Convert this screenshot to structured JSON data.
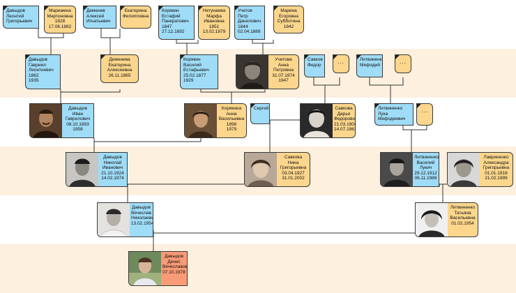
{
  "people": {
    "p1": {
      "lines": [
        "Давыдов",
        "Леонтий",
        "Григорьевич"
      ]
    },
    "p2": {
      "lines": [
        "Мариамна",
        "Мартиновна",
        "1828",
        "17.06.1882"
      ]
    },
    "p3": {
      "lines": [
        "Деменев",
        "Алексей",
        "Игнатьевич"
      ]
    },
    "p4": {
      "lines": [
        "Екатерина",
        "Филипповна"
      ]
    },
    "p5": {
      "lines": [
        "Корякин",
        "Естафий",
        "Панкратович",
        "1847",
        "27.12.1892"
      ]
    },
    "p6": {
      "lines": [
        "Нетунаева",
        "Марфа",
        "Ивановна",
        "1851",
        "13.02.1879"
      ]
    },
    "p7": {
      "lines": [
        "Учетов",
        "Петр",
        "Данилович",
        "1844",
        "02.04.1889"
      ]
    },
    "p8": {
      "lines": [
        "Марина",
        "Егоровна",
        "Субботина",
        "1842"
      ]
    },
    "p9": {
      "lines": [
        "Давыдов",
        "Гавриил",
        "Леонтиевич",
        "1862",
        "1935"
      ]
    },
    "p10": {
      "lines": [
        "Деменева",
        "Екатерина",
        "Алексеевна",
        "26.11.1865"
      ]
    },
    "p11": {
      "lines": [
        "Корякин",
        "Василий",
        "Естафьевич",
        "25.02.1877",
        "1929"
      ]
    },
    "p12": {
      "lines": [
        "Учетова",
        "Анна",
        "Петровна",
        "31.07.1874",
        "1947"
      ]
    },
    "p13": {
      "lines": [
        "Савков",
        "Федор"
      ]
    },
    "p14": {
      "lines": [
        "..."
      ]
    },
    "p15": {
      "lines": [
        "Литвиненко",
        "Мефодий"
      ]
    },
    "p16": {
      "lines": [
        "..."
      ]
    },
    "p17": {
      "lines": [
        "Давыдов",
        "Иван",
        "Гаврилович",
        "08.10.1893",
        "1958"
      ]
    },
    "p18": {
      "lines": [
        "Корякина",
        "Анна",
        "Васильевна",
        "1898",
        "1979"
      ]
    },
    "p19": {
      "lines": [
        "Сергей"
      ]
    },
    "p20": {
      "lines": [
        "Савкова",
        "Дарья",
        "Федоровна",
        "21.03.1904",
        "14.07.1961"
      ]
    },
    "p21": {
      "lines": [
        "Литвиненко",
        "Лука",
        "Мефодиевич"
      ]
    },
    "p22": {
      "lines": [
        "..."
      ]
    },
    "p23": {
      "lines": [
        "Давыдов",
        "Николай",
        "Иванович",
        "21.10.1924",
        "14.02.1974"
      ]
    },
    "p24": {
      "lines": [
        "Савкова",
        "Нина",
        "Григорьевна",
        "03.04.1927",
        "31.01.2002"
      ]
    },
    "p25": {
      "lines": [
        "Литвиненко",
        "Василий",
        "Лукич",
        "29.12.1912",
        "06.11.1989"
      ]
    },
    "p26": {
      "lines": [
        "Лавриненко",
        "Александра",
        "Григорьевна",
        "01.01.1916",
        "21.02.1999"
      ]
    },
    "p27": {
      "lines": [
        "Давыдов",
        "Вячеслав",
        "Николаевич",
        "13.02.1954"
      ]
    },
    "p28": {
      "lines": [
        "Литвиненко",
        "Татьяна",
        "Васильевна",
        "01.02.1954"
      ]
    },
    "p29": {
      "lines": [
        "Давыдов",
        "Денис",
        "Вячеславович",
        "07.10.1978"
      ]
    }
  },
  "colors": {
    "male": "#9fdcf7",
    "female": "#fbd68c",
    "self": "#f89b76",
    "band": "#fdf0df",
    "line": "#333333"
  }
}
